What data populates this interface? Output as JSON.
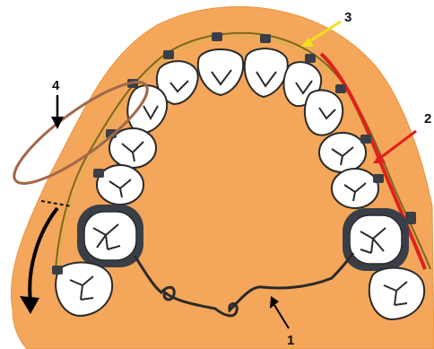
{
  "labels": {
    "one": "1",
    "two": "2",
    "three": "3",
    "four": "4"
  },
  "colors": {
    "palate": "#f4a65a",
    "tooth": "#ffffff",
    "tooth_outline": "#2a2a2a",
    "bracket": "#3a3f47",
    "archwire": "#7a6a1a",
    "arrow_red": "#e0201e",
    "arrow_yellow": "#f0e020",
    "elastic": "#a0684a",
    "arrow_black": "#000000"
  }
}
